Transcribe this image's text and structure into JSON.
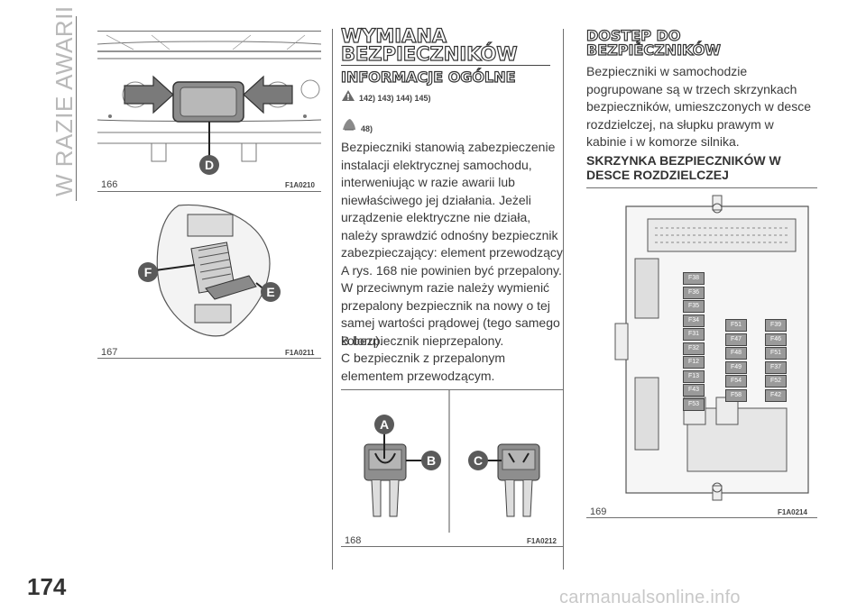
{
  "section_title": "W RAZIE AWARII",
  "page_number": "174",
  "figures": [
    {
      "number": "166",
      "code": "F1A0210",
      "labels": [
        "D"
      ]
    },
    {
      "number": "167",
      "code": "F1A0211",
      "labels": [
        "F",
        "E"
      ]
    },
    {
      "number": "168",
      "code": "F1A0212",
      "labels": [
        "A",
        "B",
        "C"
      ]
    },
    {
      "number": "169",
      "code": "F1A0214"
    }
  ],
  "col2": {
    "title_line1": "WYMIANA",
    "title_line2": "BEZPIECZNIKÓW",
    "subtitle": "INFORMACJE OGÓLNE",
    "ref1": "142) 143) 144) 145)",
    "ref2": "48)",
    "paragraph1": "Bezpieczniki stanowią zabezpieczenie instalacji elektrycznej samochodu, interweniując w razie awarii lub niewłaściwego jej działania. Jeżeli urządzenie elektryczne nie działa, należy sprawdzić odnośny bezpiecznik zabezpieczający: element przewodzący A rys. 168 nie powinien być przepalony. W przeciwnym razie należy wymienić przepalony bezpiecznik na nowy o tej samej wartości prądowej (tego samego koloru).",
    "line_b": "B bezpiecznik nieprzepalony.",
    "line_c": "C bezpiecznik z przepalonym elementem przewodzącym."
  },
  "col3": {
    "title_line1": "DOSTĘP DO",
    "title_line2": "BEZPIECZNIKÓW",
    "paragraph": "Bezpieczniki w samochodzie pogrupowane są w trzech skrzynkach bezpieczników, umieszczonych w desce rozdzielczej, na słupku prawym w kabinie i w komorze silnika.",
    "subheading": "SKRZYNKA BEZPIECZNIKÓW W DESCE ROZDZIELCZEJ"
  },
  "fusebox_labels": {
    "left_column": [
      "F38",
      "F36",
      "F35",
      "F34",
      "F31",
      "F32",
      "F12",
      "F13",
      "F43",
      "F53"
    ],
    "mid_column": [
      "F51",
      "F47",
      "F48",
      "F49",
      "F54",
      "F58"
    ],
    "right_column": [
      "F39",
      "F46",
      "F51",
      "F37",
      "F52",
      "F42"
    ]
  },
  "watermark": "carmanualsonline.info"
}
